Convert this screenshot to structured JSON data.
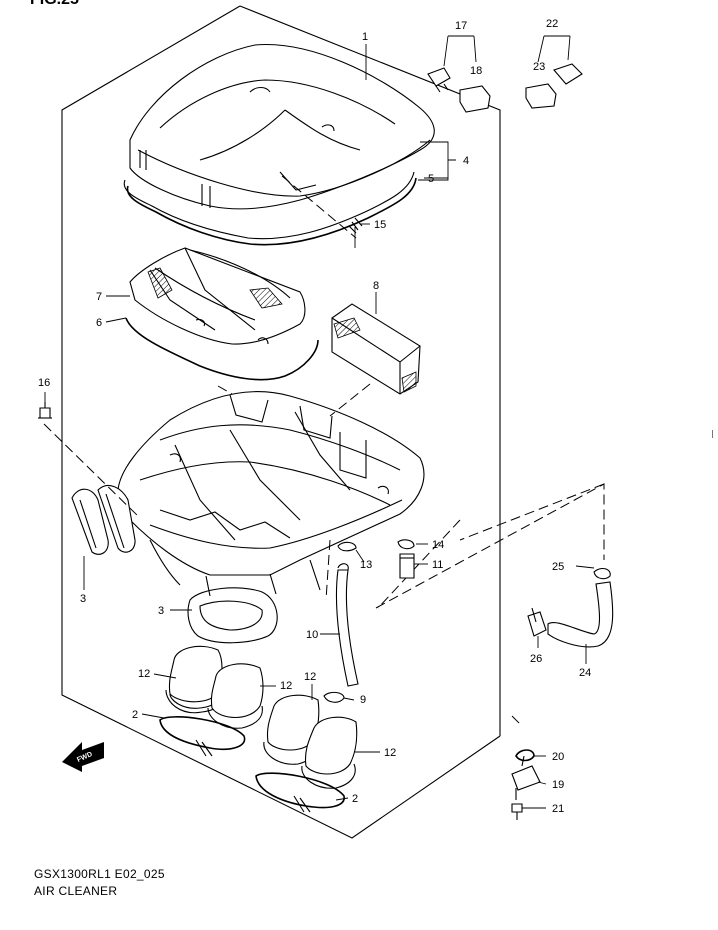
{
  "figure": {
    "heading": "FIG.25"
  },
  "caption": {
    "code": "GSX1300RL1 E02_025",
    "title": "AIR CLEANER"
  },
  "fwd_badge": "FWD",
  "icons": [
    "forward-arrow-icon"
  ],
  "callouts": [
    {
      "key": "c1",
      "label": "1"
    },
    {
      "key": "c17",
      "label": "17"
    },
    {
      "key": "c18",
      "label": "18"
    },
    {
      "key": "c22",
      "label": "22"
    },
    {
      "key": "c23",
      "label": "23"
    },
    {
      "key": "c4",
      "label": "4"
    },
    {
      "key": "c5",
      "label": "5"
    },
    {
      "key": "c15",
      "label": "15"
    },
    {
      "key": "c7",
      "label": "7"
    },
    {
      "key": "c6",
      "label": "6"
    },
    {
      "key": "c8",
      "label": "8"
    },
    {
      "key": "c16",
      "label": "16"
    },
    {
      "key": "c14",
      "label": "14"
    },
    {
      "key": "c13",
      "label": "13"
    },
    {
      "key": "c11",
      "label": "11"
    },
    {
      "key": "c25",
      "label": "25"
    },
    {
      "key": "c3a",
      "label": "3"
    },
    {
      "key": "c3b",
      "label": "3"
    },
    {
      "key": "c10",
      "label": "10"
    },
    {
      "key": "c26",
      "label": "26"
    },
    {
      "key": "c24",
      "label": "24"
    },
    {
      "key": "c12a",
      "label": "12"
    },
    {
      "key": "c12b",
      "label": "12"
    },
    {
      "key": "c12c",
      "label": "12"
    },
    {
      "key": "c12d",
      "label": "12"
    },
    {
      "key": "c9",
      "label": "9"
    },
    {
      "key": "c2a",
      "label": "2"
    },
    {
      "key": "c2b",
      "label": "2"
    },
    {
      "key": "c20",
      "label": "20"
    },
    {
      "key": "c19",
      "label": "19"
    },
    {
      "key": "c21",
      "label": "21"
    }
  ]
}
